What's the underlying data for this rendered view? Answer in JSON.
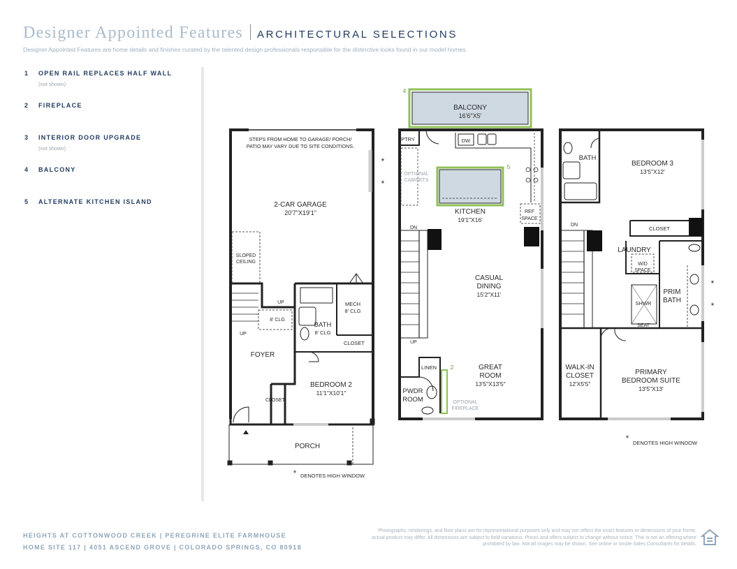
{
  "header": {
    "title": "Designer Appointed Features",
    "subtitle_heading": "ARCHITECTURAL SELECTIONS",
    "description": "Designer Appointed Features are home details and finishes curated by the talented design professionals responsible for the distinctive looks found in our model homes."
  },
  "features": [
    {
      "num": "1",
      "label": "OPEN RAIL REPLACES HALF WALL",
      "note": "(not shown)"
    },
    {
      "num": "2",
      "label": "FIREPLACE",
      "note": ""
    },
    {
      "num": "3",
      "label": "INTERIOR DOOR UPGRADE",
      "note": "(not shown)"
    },
    {
      "num": "4",
      "label": "BALCONY",
      "note": ""
    },
    {
      "num": "5",
      "label": "ALTERNATE KITCHEN ISLAND",
      "note": ""
    }
  ],
  "plan": {
    "level1": {
      "note_line1": "STEPS FROM HOME TO GARAGE/ PORCH/",
      "note_line2": "PATIO MAY VARY DUE TO SITE CONDITIONS.",
      "garage_name": "2-CAR GARAGE",
      "garage_dim": "20'7\"X19'1\"",
      "sloped_1": "SLOPED",
      "sloped_2": "CEILING",
      "up_a": "UP",
      "up_b": "UP",
      "clg_8": "8' CLG",
      "mech_1": "MECH",
      "mech_2": "8' CLG",
      "bath_name": "BATH",
      "bath_clg": "8' CLG",
      "closet_a": "CLOSET",
      "foyer": "FOYER",
      "bedroom2_name": "BEDROOM 2",
      "bedroom2_dim": "11'1\"X10'1\"",
      "closet_b": "CLOSET",
      "porch": "PORCH",
      "high_window_mark": "*",
      "high_window_note": "DENOTES HIGH WINDOW"
    },
    "level2": {
      "balcony_num": "4",
      "balcony_name": "BALCONY",
      "balcony_dim": "16'6\"X5'",
      "ptry": "PTRY",
      "dw": "DW",
      "optional_cab_1": "OPTIONAL",
      "optional_cab_2": "CABINETS",
      "island_num": "5",
      "kitchen_name": "KITCHEN",
      "kitchen_dim": "19'1\"X16'",
      "ref_1": "REF",
      "ref_2": "SPACE",
      "dn": "DN",
      "casual_1": "CASUAL",
      "casual_2": "DINING",
      "casual_dim": "15'2\"X11'",
      "up": "UP",
      "linen": "LINEN",
      "fireplace_num": "2",
      "great_1": "GREAT",
      "great_2": "ROOM",
      "great_dim": "13'5\"X13'5\"",
      "pwdr_1": "PWDR",
      "pwdr_2": "ROOM",
      "fireplace_1": "OPTIONAL",
      "fireplace_2": "FIREPLACE"
    },
    "level3": {
      "bath": "BATH",
      "bedroom3_name": "BEDROOM 3",
      "bedroom3_dim": "13'5\"X12'",
      "closet": "CLOSET",
      "dn": "DN",
      "laundry": "LAUNDRY",
      "wd_1": "W/D",
      "wd_2": "SPACE",
      "prim_1": "PRIM",
      "prim_2": "BATH",
      "shwr": "SHWR",
      "seat": "SEAT",
      "walkin_1": "WALK-IN",
      "walkin_2": "CLOSET",
      "walkin_dim": "12'X5'5\"",
      "suite_1": "PRIMARY",
      "suite_2": "BEDROOM SUITE",
      "suite_dim": "13'5\"X13'",
      "high_window_mark": "*",
      "high_window_note": "DENOTES HIGH WINDOW"
    }
  },
  "footer": {
    "line1": "HEIGHTS AT COTTONWOOD CREEK | PEREGRINE ELITE FARMHOUSE",
    "line2": "HOME SITE 117 | 4051 ASCEND GROVE | COLORADO SPRINGS, CO 80918",
    "disclaimer": "Photographs, renderings, and floor plans are for representational purposes only and may not reflect the exact features or dimensions of your home; actual product may differ. All dimensions are subject to field variations. Prices and offers subject to change without notice. This is not an offering where prohibited by law. Not all images may be shown. See online or onsite Sales Consultants for details."
  },
  "colors": {
    "accent_green": "#8fbf5a",
    "navy": "#1f3a5f",
    "light_blue": "#a9bccb",
    "fixture_fill": "#cfd9e2"
  },
  "icons": [
    "equal-housing-icon"
  ]
}
